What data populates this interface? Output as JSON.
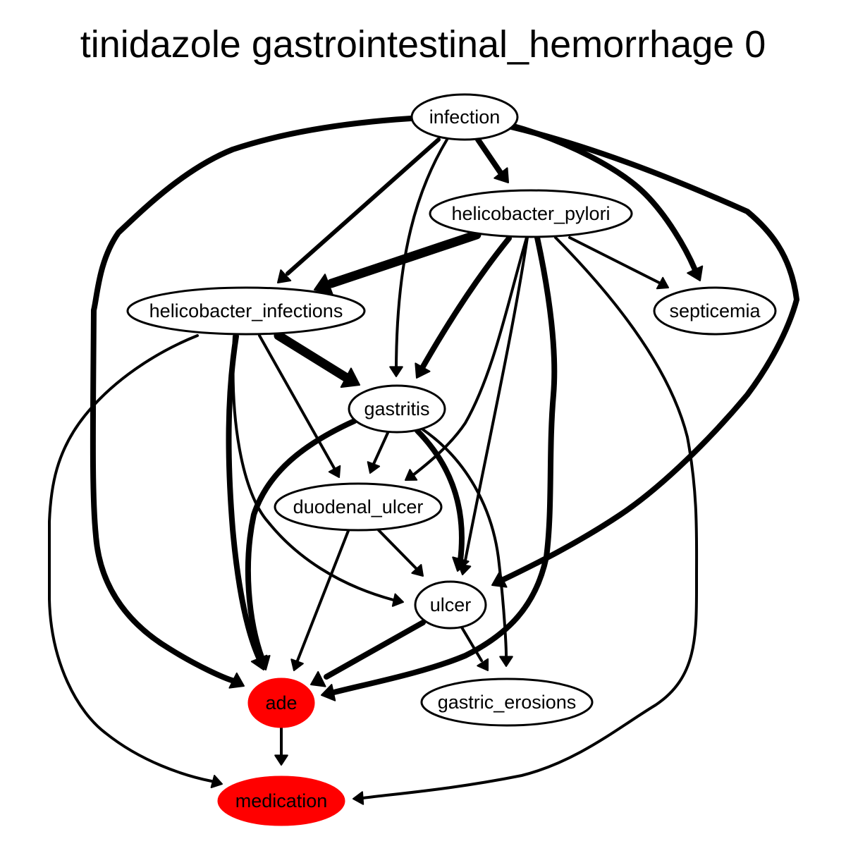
{
  "title": "tinidazole gastrointestinal_hemorrhage 0",
  "colors": {
    "highlight": "#ff0000",
    "default_fill": "#ffffff",
    "stroke": "#000000"
  },
  "nodes": [
    {
      "id": "infection",
      "label": "infection",
      "highlight": false
    },
    {
      "id": "helicobacter_pylori",
      "label": "helicobacter_pylori",
      "highlight": false
    },
    {
      "id": "helicobacter_infections",
      "label": "helicobacter_infections",
      "highlight": false
    },
    {
      "id": "septicemia",
      "label": "septicemia",
      "highlight": false
    },
    {
      "id": "gastritis",
      "label": "gastritis",
      "highlight": false
    },
    {
      "id": "duodenal_ulcer",
      "label": "duodenal_ulcer",
      "highlight": false
    },
    {
      "id": "ulcer",
      "label": "ulcer",
      "highlight": false
    },
    {
      "id": "ade",
      "label": "ade",
      "highlight": true
    },
    {
      "id": "gastric_erosions",
      "label": "gastric_erosions",
      "highlight": false
    },
    {
      "id": "medication",
      "label": "medication",
      "highlight": true
    }
  ],
  "edges": [
    {
      "from": "infection",
      "to": "helicobacter_pylori",
      "weight": "heavy"
    },
    {
      "from": "infection",
      "to": "helicobacter_infections",
      "weight": "medium"
    },
    {
      "from": "infection",
      "to": "gastritis",
      "weight": "light"
    },
    {
      "from": "infection",
      "to": "septicemia",
      "weight": "heavy"
    },
    {
      "from": "infection",
      "to": "ulcer",
      "weight": "heavy"
    },
    {
      "from": "infection",
      "to": "ade",
      "weight": "heavy"
    },
    {
      "from": "helicobacter_pylori",
      "to": "helicobacter_infections",
      "weight": "heaviest"
    },
    {
      "from": "helicobacter_pylori",
      "to": "gastritis",
      "weight": "heavy"
    },
    {
      "from": "helicobacter_pylori",
      "to": "septicemia",
      "weight": "light"
    },
    {
      "from": "helicobacter_pylori",
      "to": "duodenal_ulcer",
      "weight": "light"
    },
    {
      "from": "helicobacter_pylori",
      "to": "ulcer",
      "weight": "light"
    },
    {
      "from": "helicobacter_pylori",
      "to": "ade",
      "weight": "heavy"
    },
    {
      "from": "helicobacter_pylori",
      "to": "medication",
      "weight": "light"
    },
    {
      "from": "helicobacter_infections",
      "to": "gastritis",
      "weight": "heaviest"
    },
    {
      "from": "helicobacter_infections",
      "to": "duodenal_ulcer",
      "weight": "light"
    },
    {
      "from": "helicobacter_infections",
      "to": "ade",
      "weight": "heavy"
    },
    {
      "from": "helicobacter_infections",
      "to": "ulcer",
      "weight": "light"
    },
    {
      "from": "helicobacter_infections",
      "to": "medication",
      "weight": "light"
    },
    {
      "from": "gastritis",
      "to": "duodenal_ulcer",
      "weight": "light"
    },
    {
      "from": "gastritis",
      "to": "ulcer",
      "weight": "heavy"
    },
    {
      "from": "gastritis",
      "to": "ade",
      "weight": "heavy"
    },
    {
      "from": "gastritis",
      "to": "gastric_erosions",
      "weight": "light"
    },
    {
      "from": "duodenal_ulcer",
      "to": "ulcer",
      "weight": "light"
    },
    {
      "from": "duodenal_ulcer",
      "to": "ade",
      "weight": "light"
    },
    {
      "from": "ulcer",
      "to": "ade",
      "weight": "heavy"
    },
    {
      "from": "ulcer",
      "to": "gastric_erosions",
      "weight": "light"
    },
    {
      "from": "ade",
      "to": "medication",
      "weight": "light"
    }
  ]
}
